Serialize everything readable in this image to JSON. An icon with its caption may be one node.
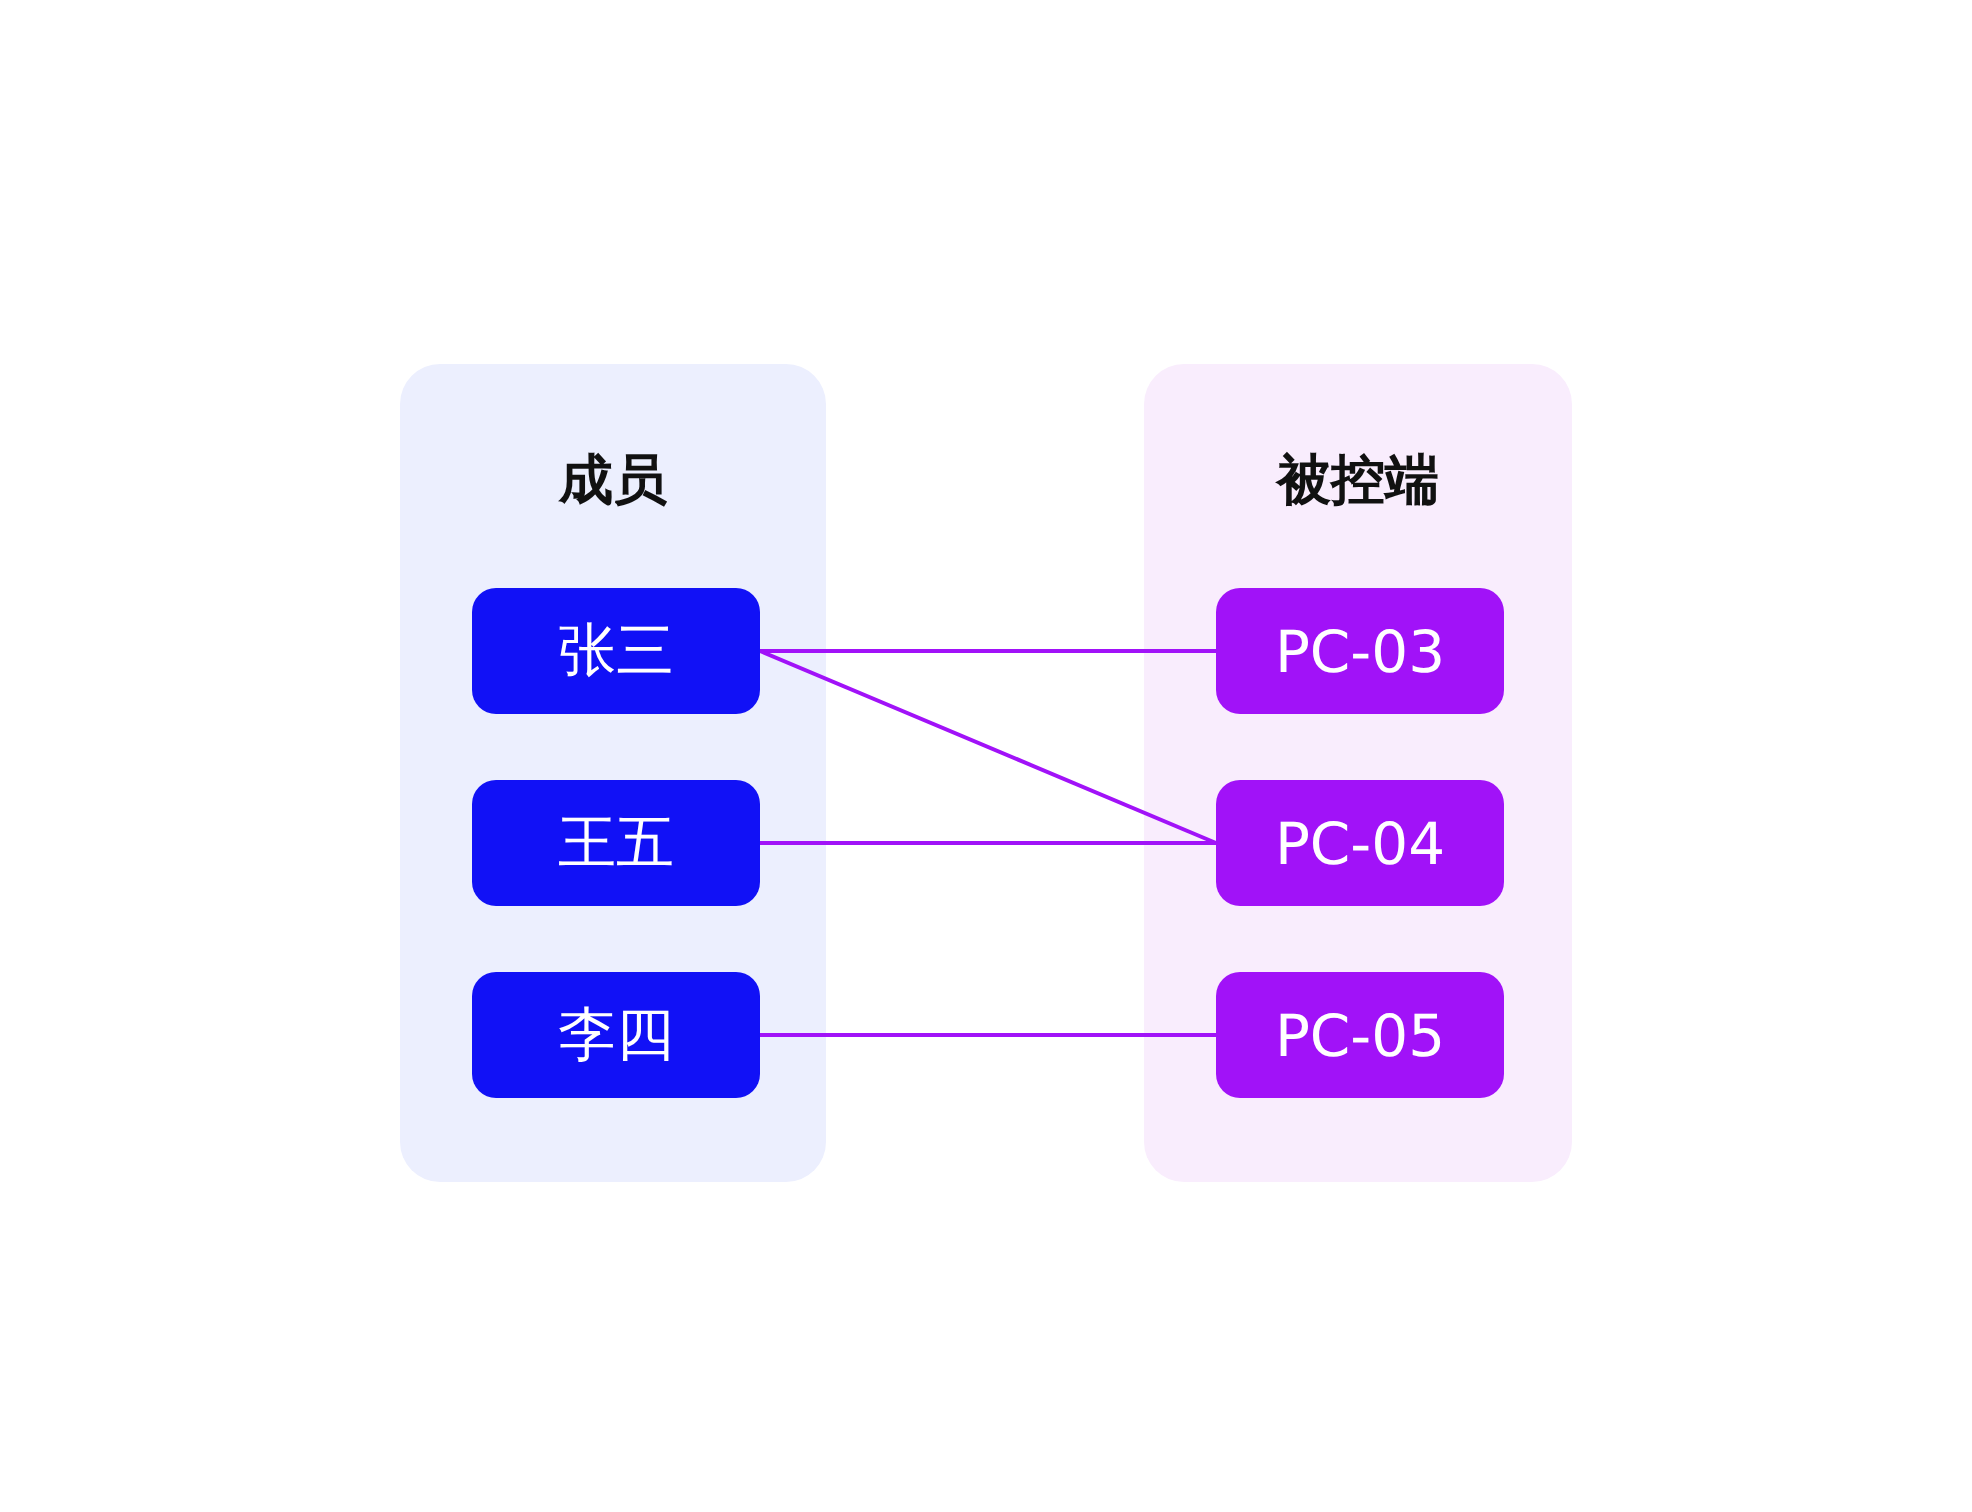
{
  "diagram": {
    "nodes": [
      {
        "text": [
          "成员"
        ]
      },
      {
        "text": [
          "张三"
        ],
        "in": 0
      },
      {
        "text": [
          "王五"
        ],
        "in": 0
      },
      {
        "text": [
          "李四"
        ],
        "in": 0
      },
      {
        "text": [
          "被控端"
        ]
      },
      {
        "text": [
          "PC-03"
        ],
        "in": 4
      },
      {
        "text": [
          "PC-04"
        ],
        "in": 4
      },
      {
        "text": [
          "PC-05"
        ],
        "in": 4
      }
    ],
    "edges": [
      {
        "from": 1,
        "to": 5,
        "arrow": "none"
      },
      {
        "from": 1,
        "to": 6,
        "arrow": "none"
      },
      {
        "from": 2,
        "to": 6,
        "arrow": "none"
      },
      {
        "from": 3,
        "to": 7,
        "arrow": "none"
      }
    ]
  }
}
